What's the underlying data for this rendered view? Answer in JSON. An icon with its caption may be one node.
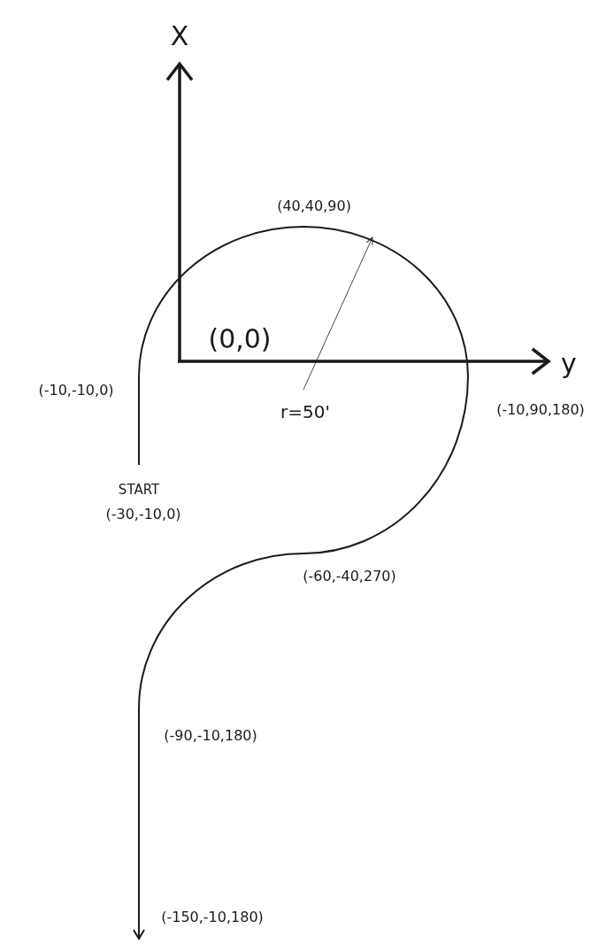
{
  "diagram": {
    "labels": [
      "X",
      "(40,40,90)",
      "(0,0)",
      "y",
      "(-10,-10,0)",
      "r=50'",
      "(-10,90,180)",
      "START",
      "(-30,-10,0)",
      "(-60,-40,270)",
      "(-90,-10,180)",
      "(-150,-10,180)"
    ]
  }
}
